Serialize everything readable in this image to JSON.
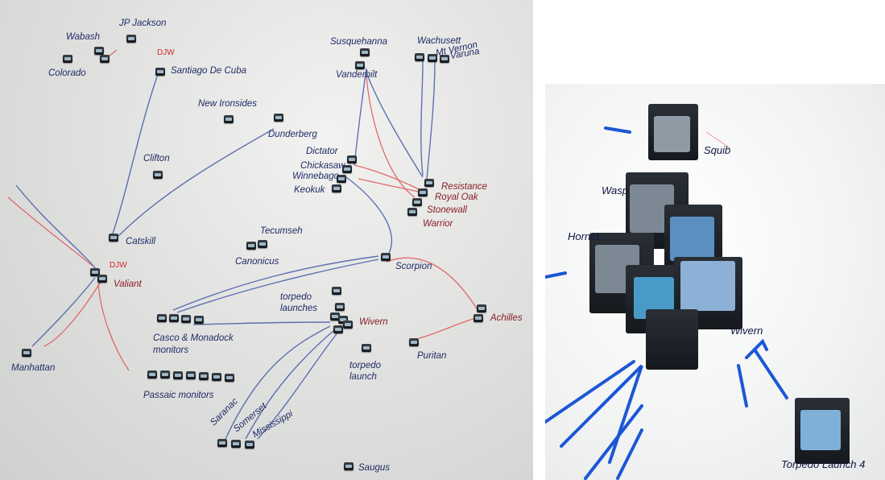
{
  "left_labels": {
    "jp_jackson": "JP Jackson",
    "wabash": "Wabash",
    "colorado": "Colorado",
    "djw_top": "DJW",
    "santiago": "Santiago De Cuba",
    "susquehanna": "Susquehanna",
    "vanderbilt": "Vanderbilt",
    "wachusett": "Wachusett",
    "mt_vernon": "Mt Vernon",
    "varuna": "Varuna",
    "new_ironsides": "New Ironsides",
    "dunderberg": "Dunderberg",
    "clifton": "Clifton",
    "dictator": "Dictator",
    "chickasaw": "Chickasaw",
    "winnebago": "Winnebago",
    "keokuk": "Keokuk",
    "resistance": "Resistance",
    "royal_oak": "Royal Oak",
    "stonewall": "Stonewall",
    "warrior": "Warrior",
    "catskill": "Catskill",
    "tecumseh": "Tecumseh",
    "canonicus": "Canonicus",
    "scorpion": "Scorpion",
    "djw_mid": "DJW",
    "valiant": "Valiant",
    "torpedo_launches": "torpedo\nlaunches",
    "wivern": "Wivern",
    "achilles": "Achilles",
    "casco": "Casco & Monadock\nmonitors",
    "torpedo_launch": "torpedo\nlaunch",
    "puritan": "Puritan",
    "manhattan": "Manhattan",
    "passaic": "Passaic monitors",
    "saranac": "Saranac",
    "somerset": "Somerset",
    "mississippi": "Mississippi",
    "saugus": "Saugus"
  },
  "right_labels": {
    "squib": "Squib",
    "wasp": "Wasp",
    "hornet": "Hornet",
    "wivern": "Wivern",
    "torpedo_launch_4": "Torpedo Launch 4"
  },
  "colors": {
    "blue_ink": "#2b3f8f",
    "red_ink": "#d8454a",
    "marker_blue": "#1b57d6"
  }
}
